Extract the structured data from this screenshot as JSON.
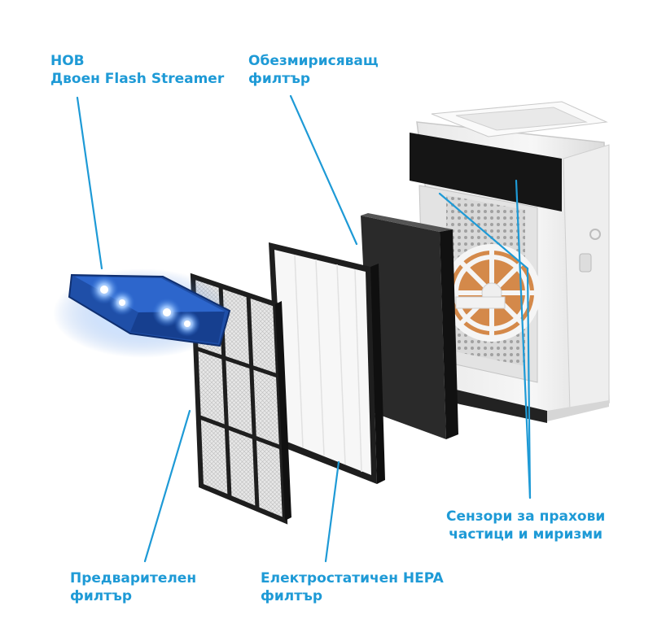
{
  "colors": {
    "label": "#1e9ad6",
    "leader_line": "#1e9ad6",
    "streamer_glow": "#3a7bd5",
    "filter_frame": "#1f1f1f",
    "deodorizing_filter": "#1a1a1a",
    "hepa_filter": "#f7f7f7",
    "unit_body": "#f2f2f2",
    "catalyst": "#d4894a"
  },
  "labels": {
    "streamer": {
      "line1": "НОВ",
      "line2": "Двоен Flash Streamer"
    },
    "deodorizing": {
      "line1": "Обезмирисяващ",
      "line2": "филтър"
    },
    "sensors": {
      "line1": "Сензори за прахови",
      "line2": "частици и миризми"
    },
    "prefilter": {
      "line1": "Предварителен",
      "line2": "филтър"
    },
    "hepa": {
      "line1": "Електростатичен HEPA",
      "line2": "филтър"
    }
  },
  "icons": {
    "streamer": "flash-streamer-unit-icon",
    "prefilter": "pre-filter-mesh-icon",
    "hepa": "hepa-filter-panel-icon",
    "deodorizing": "deodorizing-filter-panel-icon",
    "unit": "air-purifier-unit-icon"
  }
}
